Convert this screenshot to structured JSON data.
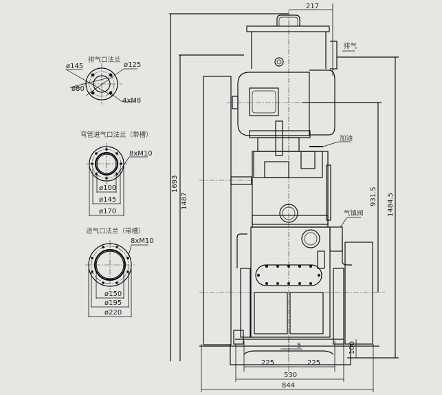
{
  "drawing": {
    "background": "#e6e6e2",
    "line_color": "#111111",
    "flanges": {
      "exhaust": {
        "title": "排气口法兰",
        "outer_dia": "ø145",
        "bolt_circle": "ø125",
        "bore": "ø80",
        "bolts": "4xM8"
      },
      "elbow_inlet": {
        "title": "弯管进气口法兰（带槽）",
        "bolts": "8xM10",
        "bore": "ø100",
        "bolt_circle": "ø145",
        "outer_dia": "ø170"
      },
      "inlet": {
        "title": "进气口法兰（带槽）",
        "bolts": "8xM10",
        "bore": "ø150",
        "bolt_circle": "ø195",
        "outer_dia": "ø220"
      }
    },
    "labels": {
      "exhaust": "排气",
      "oil_fill": "加油",
      "gas_ballast": "气镇阀"
    },
    "dimensions": {
      "top_offset": "217",
      "total_height": "1693",
      "height_1487": "1487",
      "height_931_5": "931.5",
      "height_1484_5": "1484.5",
      "base_height": "100",
      "offset_5": "5",
      "half_left": "225",
      "half_right": "225",
      "base_width": "530",
      "total_width": "844"
    }
  }
}
